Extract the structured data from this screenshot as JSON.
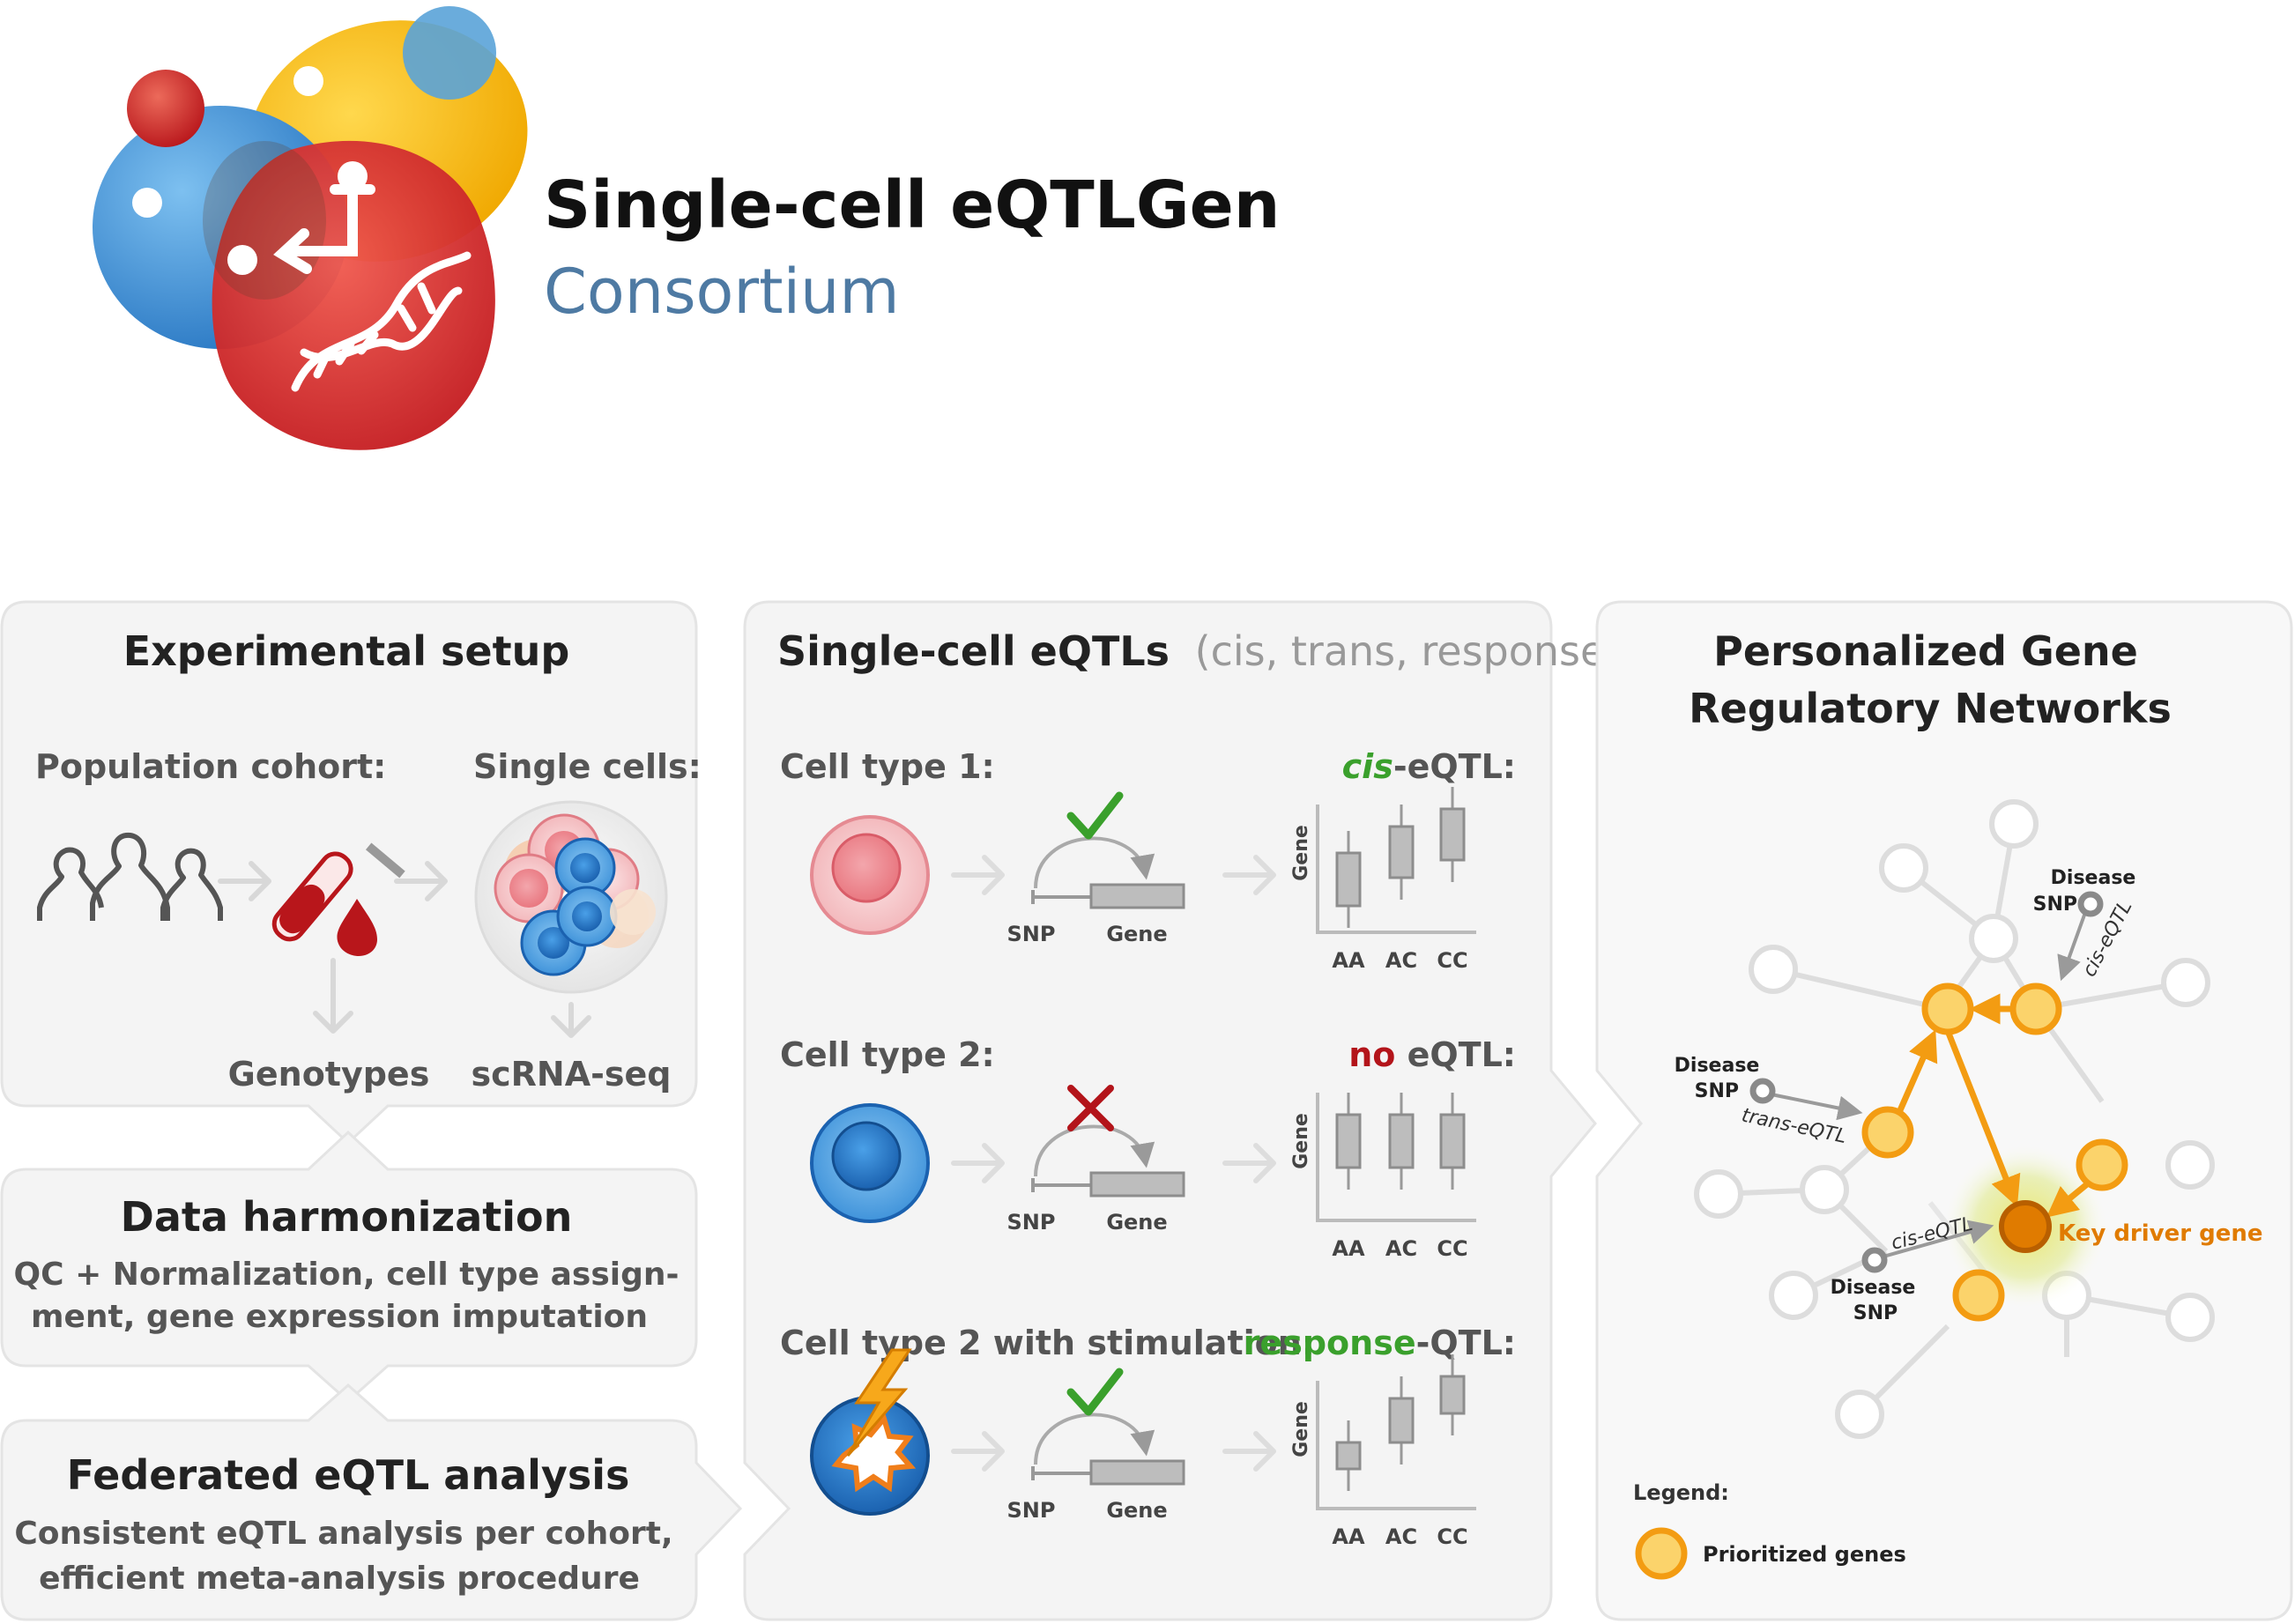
{
  "logo": {
    "title_line1": "Single-cell eQTLGen",
    "title_line2": "Consortium",
    "colors": {
      "blue": "#3d8fd6",
      "yellow": "#f5b800",
      "red": "#d9262c",
      "title": "#111111",
      "subtitle": "#4e7aa3"
    }
  },
  "panel_setup": {
    "title": "Experimental setup",
    "population_label": "Population cohort:",
    "cells_label": "Single cells:",
    "genotypes_label": "Genotypes",
    "scrna_label": "scRNA-seq"
  },
  "panel_harmonization": {
    "title": "Data harmonization",
    "line1": "QC + Normalization, cell type  assign-",
    "line2": "ment, gene expression imputation"
  },
  "panel_federated": {
    "title": "Federated eQTL analysis",
    "line1": "Consistent eQTL analysis per cohort,",
    "line2": "efficient meta-analysis procedure"
  },
  "panel_eqtl": {
    "title_main": "Single-cell eQTLs",
    "title_sub": "(cis, trans, response)",
    "rows": [
      {
        "cell_label": "Cell type 1:",
        "result_em": "cis",
        "result_rest": "-eQTL:",
        "em_color": "#3aa02c",
        "status": "check"
      },
      {
        "cell_label": "Cell type 2:",
        "result_em": "no",
        "result_rest": " eQTL:",
        "em_color": "#b3141a",
        "status": "cross"
      },
      {
        "cell_label": "Cell type 2 with stimulation:",
        "result_em": "response",
        "result_rest": "-QTL:",
        "em_color": "#3aa02c",
        "status": "check"
      }
    ],
    "snp_label": "SNP",
    "gene_label": "Gene",
    "axis_label": "Gene",
    "genotypes": [
      "AA",
      "AC",
      "CC"
    ]
  },
  "panel_network": {
    "title_line1": "Personalized Gene",
    "title_line2": "Regulatory Networks",
    "disease_word": "Disease",
    "snp_word": "SNP",
    "cis_label": "cis-eQTL",
    "trans_label": "trans-eQTL",
    "key_driver_label": "Key driver gene",
    "legend_title": "Legend:",
    "legend_item": "Prioritized genes",
    "colors": {
      "orange": "#f39c12",
      "orange_fill": "#fbd36b",
      "key": "#e07b00"
    }
  },
  "chart_data": [
    {
      "type": "box",
      "xlabel": "",
      "ylabel": "Gene",
      "categories": [
        "AA",
        "AC",
        "CC"
      ],
      "trend": "increasing"
    },
    {
      "type": "box",
      "xlabel": "",
      "ylabel": "Gene",
      "categories": [
        "AA",
        "AC",
        "CC"
      ],
      "trend": "flat"
    },
    {
      "type": "box",
      "xlabel": "",
      "ylabel": "Gene",
      "categories": [
        "AA",
        "AC",
        "CC"
      ],
      "trend": "increasing"
    }
  ]
}
